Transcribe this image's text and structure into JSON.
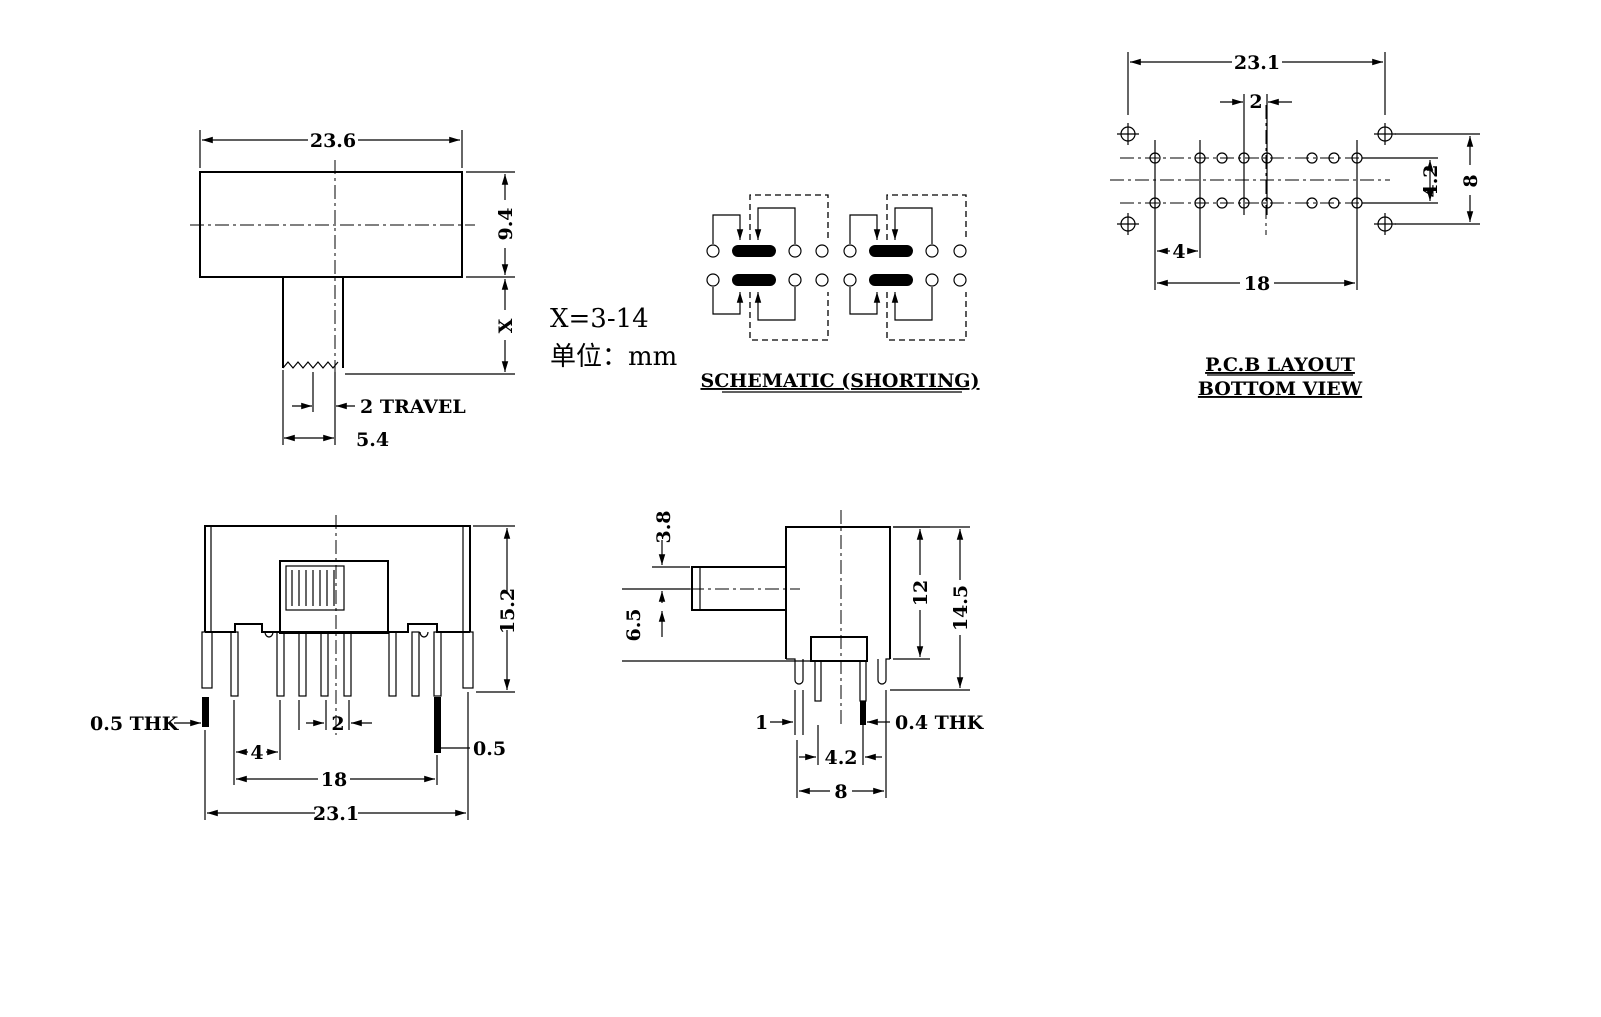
{
  "top_view": {
    "width": "23.6",
    "height": "9.4",
    "x_label": "X",
    "travel": "2 TRAVEL",
    "knob_width": "5.4"
  },
  "note": {
    "x_range": "X=3-14",
    "unit": "单位：mm"
  },
  "schematic": {
    "title": "SCHEMATIC (SHORTING)"
  },
  "pcb": {
    "title_line1": "P.C.B LAYOUT",
    "title_line2": "BOTTOM VIEW",
    "width": "23.1",
    "pitch": "2",
    "row_spacing": "4.2",
    "mount_spacing": "8",
    "pitch_4": "4",
    "span": "18"
  },
  "front_view": {
    "height": "15.2",
    "thk": "0.5 THK",
    "pitch_2": "2",
    "pitch_4": "4",
    "span": "18",
    "width": "23.1",
    "pin": "0.5"
  },
  "side_view": {
    "knob": "3.8",
    "knob_height": "6.5",
    "body": "12",
    "total": "14.5",
    "lug": "1",
    "thk": "0.4 THK",
    "pins": "4.2",
    "width": "8"
  }
}
